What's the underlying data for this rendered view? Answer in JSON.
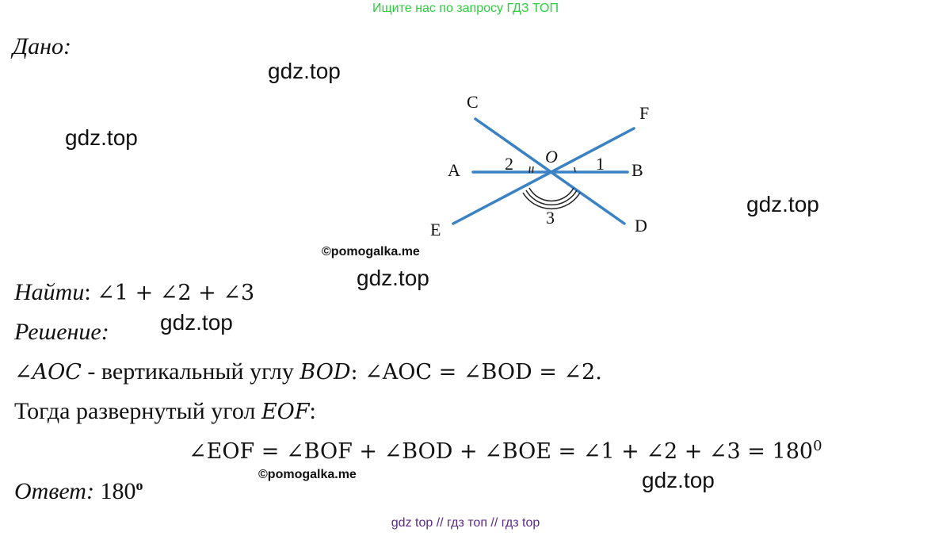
{
  "header": {
    "search_hint": "Ищите нас по запросу ГДЗ ТОП"
  },
  "watermarks": [
    "gdz.top",
    "gdz.top",
    "gdz.top",
    "gdz.top",
    "gdz.top",
    "gdz.top"
  ],
  "copyright": [
    "©pomogalka.me",
    "©pomogalka.me"
  ],
  "given": {
    "label": "Дано",
    ":": ":"
  },
  "diagram": {
    "points": {
      "C": "C",
      "F": "F",
      "A": "A",
      "B": "B",
      "E": "E",
      "D": "D",
      "O": "O"
    },
    "angles": {
      "a1": "1",
      "a2": "2",
      "a3": "3"
    },
    "line_color": "#3b82c4"
  },
  "find": {
    "label": "Найти",
    "expr": "∠1 + ∠2 + ∠3"
  },
  "solution": {
    "label": "Решение",
    "line1_a": "∠AOC",
    "line1_b": " - вертикальный углу ",
    "line1_c": "BOD",
    "line1_d": ": ∠AOC = ∠BOD = ∠2.",
    "line2_a": "Тогда развернутый угол ",
    "line2_b": "EOF",
    "line2_c": ":",
    "equation": "∠EOF = ∠BOF + ∠BOD + ∠BOE = ∠1 + ∠2 + ∠3 = 180",
    "equation_sup": "0"
  },
  "answer": {
    "label": "Ответ:",
    "value": "180",
    "sup": "o"
  },
  "footer": {
    "text": "gdz top  //  гдз топ  //  гдз top"
  }
}
